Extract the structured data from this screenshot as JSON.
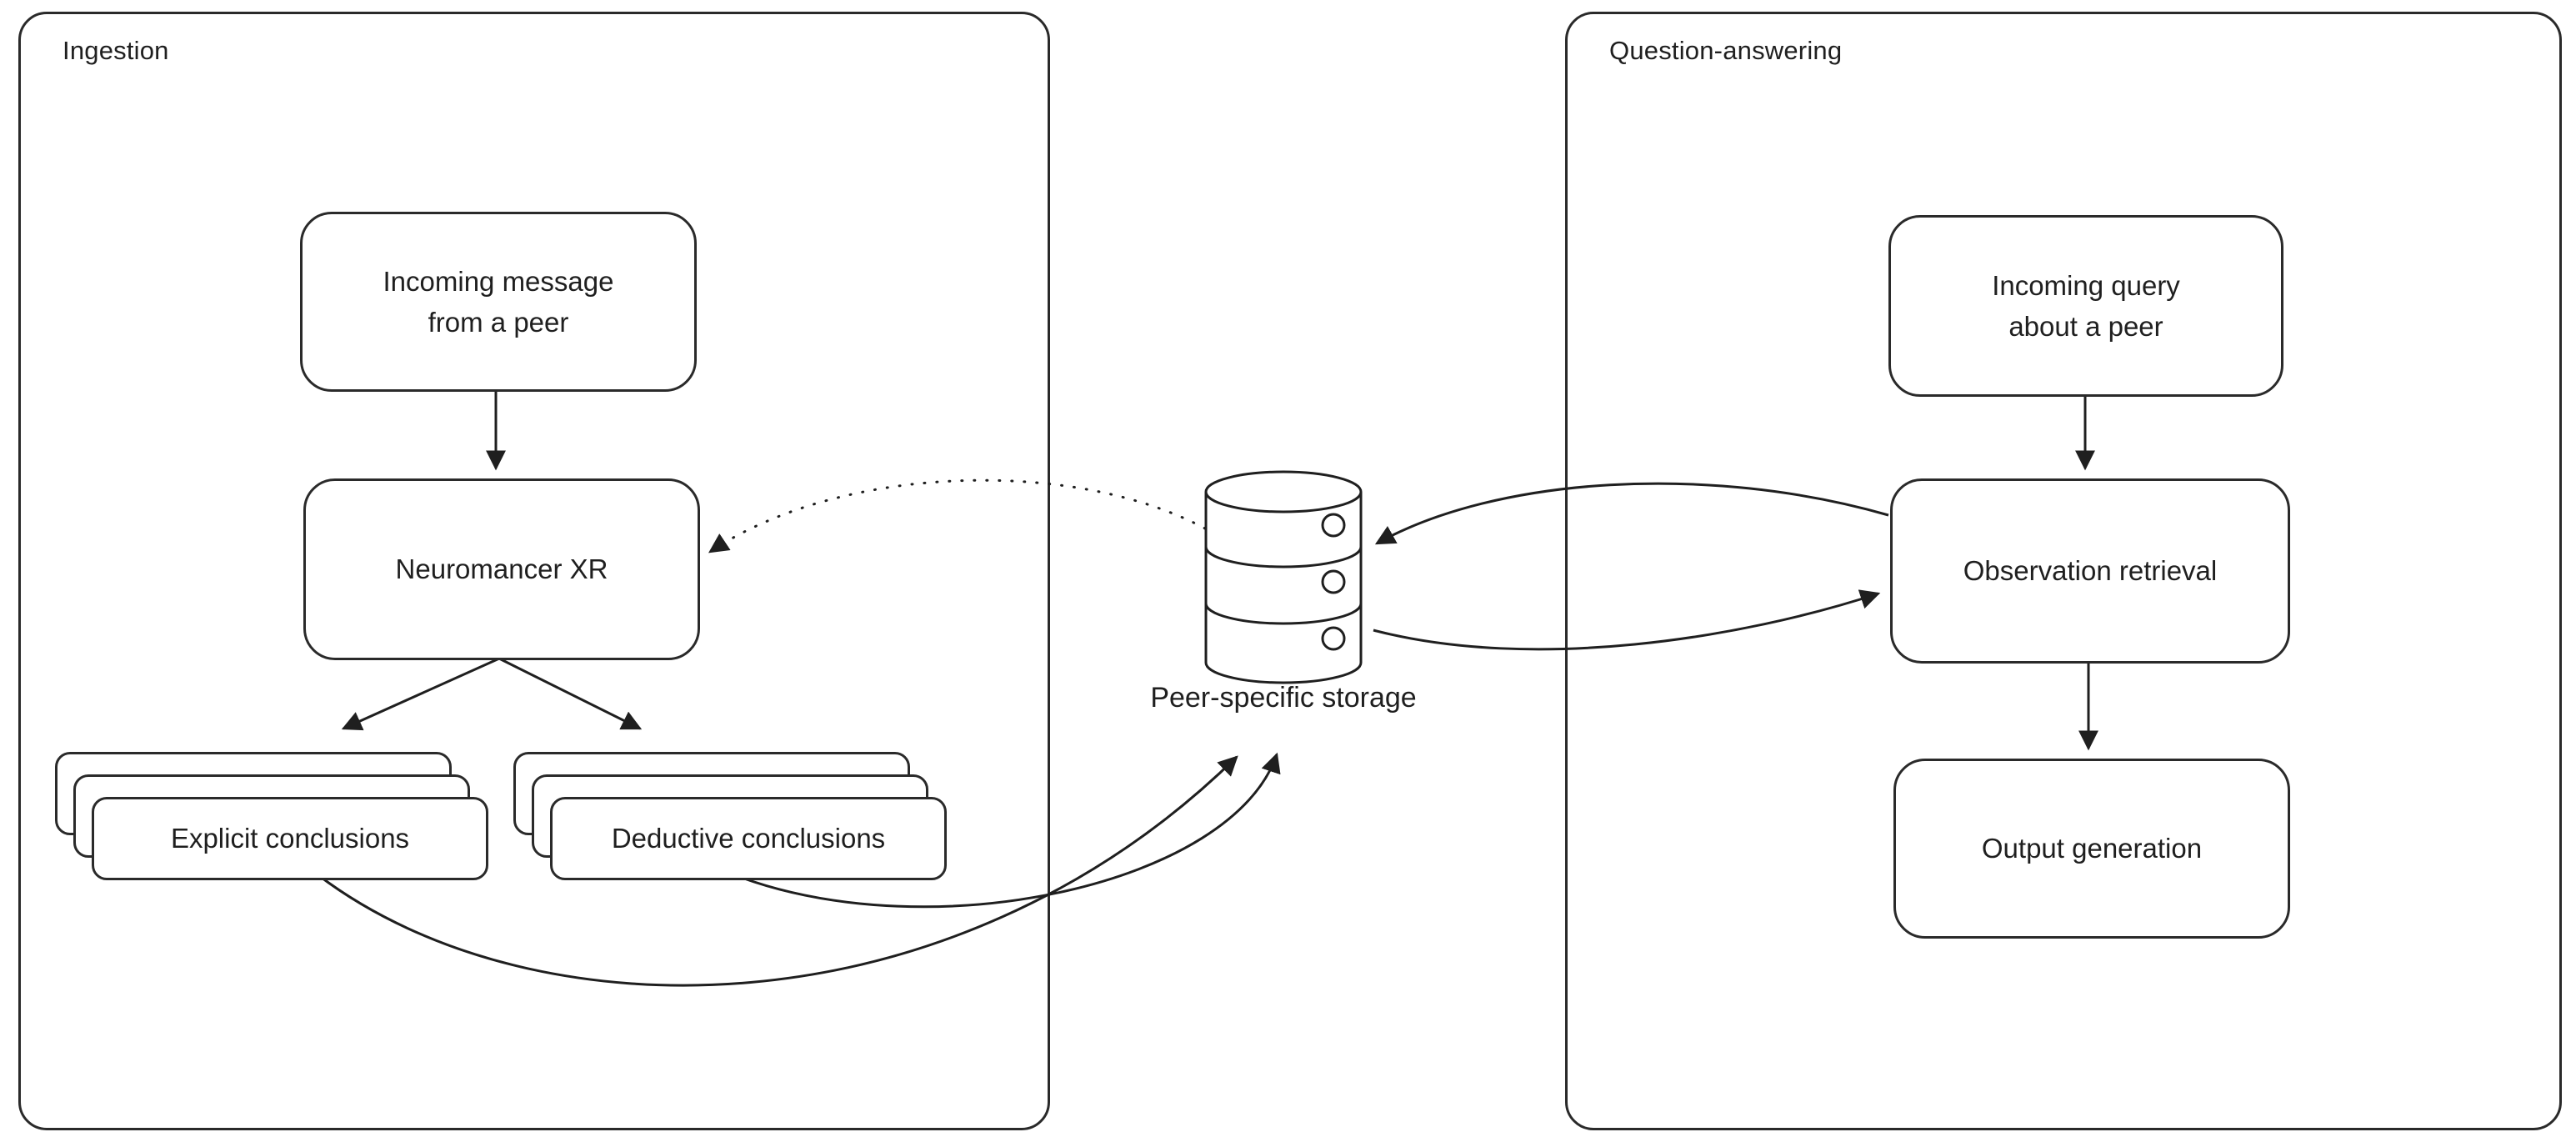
{
  "groups": {
    "ingestion": {
      "label": "Ingestion"
    },
    "question_answering": {
      "label": "Question-answering"
    }
  },
  "nodes": {
    "incoming_message": {
      "line1": "Incoming message",
      "line2": "from a peer"
    },
    "neuromancer": {
      "label": "Neuromancer XR"
    },
    "explicit_conclusions": {
      "label": "Explicit conclusions"
    },
    "deductive_conclusions": {
      "label": "Deductive conclusions"
    },
    "storage": {
      "label": "Peer-specific storage"
    },
    "incoming_query": {
      "line1": "Incoming query",
      "line2": "about a peer"
    },
    "observation_retrieval": {
      "label": "Observation retrieval"
    },
    "output_generation": {
      "label": "Output generation"
    }
  },
  "edges": [
    {
      "from": "incoming_message",
      "to": "neuromancer",
      "style": "solid"
    },
    {
      "from": "neuromancer",
      "to": "explicit_conclusions",
      "style": "solid"
    },
    {
      "from": "neuromancer",
      "to": "deductive_conclusions",
      "style": "solid"
    },
    {
      "from": "explicit_conclusions",
      "to": "storage",
      "style": "solid"
    },
    {
      "from": "deductive_conclusions",
      "to": "storage",
      "style": "solid"
    },
    {
      "from": "storage",
      "to": "neuromancer",
      "style": "dotted"
    },
    {
      "from": "observation_retrieval",
      "to": "storage",
      "style": "solid"
    },
    {
      "from": "storage",
      "to": "observation_retrieval",
      "style": "solid"
    },
    {
      "from": "incoming_query",
      "to": "observation_retrieval",
      "style": "solid"
    },
    {
      "from": "observation_retrieval",
      "to": "output_generation",
      "style": "solid"
    }
  ],
  "colors": {
    "stroke": "#1f1f1f",
    "text": "#1f1f1f",
    "background": "#ffffff"
  }
}
